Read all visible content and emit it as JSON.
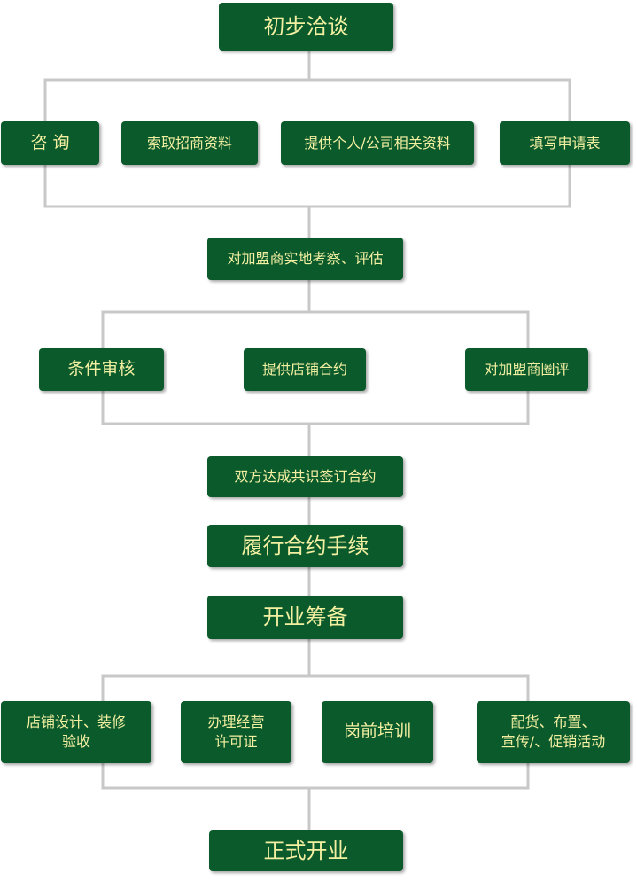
{
  "colors": {
    "box_fill": "#0b5a2c",
    "box_text": "#f4f0a2",
    "line": "#c8c8c8"
  },
  "steps": {
    "initial_talk": "初步洽谈",
    "consult": "咨 询",
    "get_materials": "索取招商资料",
    "provide_info": "提供个人/公司相关资料",
    "fill_form": "填写申请表",
    "site_inspection": "对加盟商实地考察、评估",
    "condition_review": "条件审核",
    "shop_contract": "提供店铺合约",
    "franchisee_review": "对加盟商圈评",
    "agreement": "双方达成共识签订合约",
    "contract_procedures": "履行合约手续",
    "prepare_opening": "开业筹备",
    "shop_design": "店铺设计、装修\n验收",
    "business_license": "办理经营\n许可证",
    "training": "岗前培训",
    "distribution": "配货、布置、\n宣传/、促销活动",
    "grand_opening": "正式开业"
  }
}
